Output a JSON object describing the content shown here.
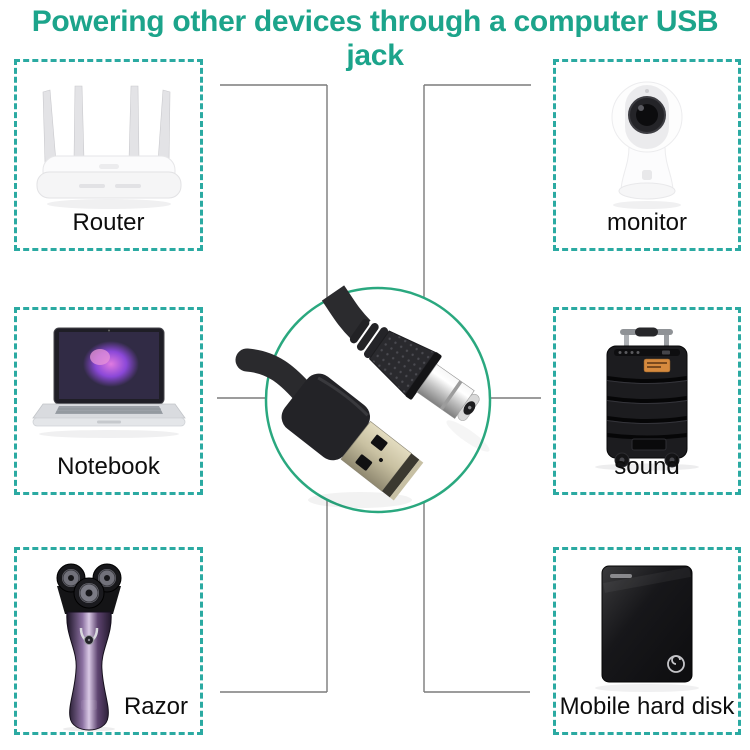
{
  "title": "Powering other devices through a computer USB jack",
  "center": {
    "image": "usb-to-dc-barrel-cable"
  },
  "devices": [
    {
      "id": "router",
      "label": "Router"
    },
    {
      "id": "monitor",
      "label": "monitor"
    },
    {
      "id": "notebook",
      "label": "Notebook"
    },
    {
      "id": "sound",
      "label": "sound"
    },
    {
      "id": "razor",
      "label": "Razor"
    },
    {
      "id": "mobile-hard-disk",
      "label": "Mobile hard disk"
    }
  ],
  "colors": {
    "title_green": "#1ca48b",
    "box_dash_teal": "#2baaa2",
    "circle_green": "#2aa87f",
    "connector_line_gray": "#7b7b7b",
    "label_black": "#0d0d0d"
  }
}
